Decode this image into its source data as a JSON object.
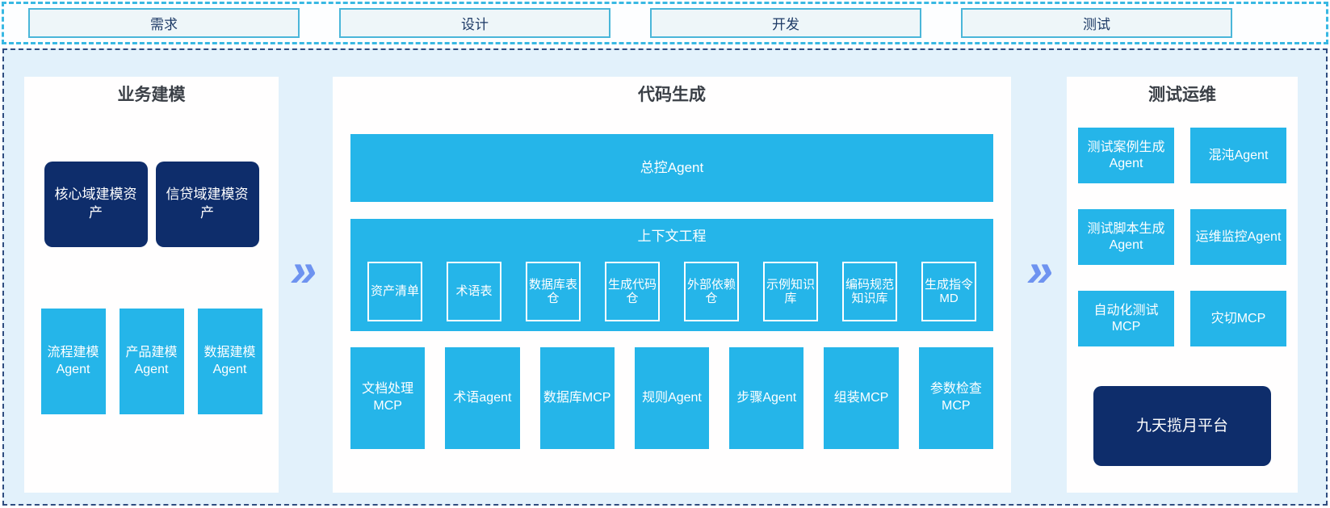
{
  "phases": [
    "需求",
    "设计",
    "开发",
    "测试"
  ],
  "arrow_glyph": "»",
  "business_modeling": {
    "title": "业务建模",
    "assets": [
      "核心域建模资产",
      "信贷域建模资产"
    ],
    "agents": [
      "流程建模Agent",
      "产品建模Agent",
      "数据建模Agent"
    ]
  },
  "code_generation": {
    "title": "代码生成",
    "master_agent": "总控Agent",
    "context_engineering": {
      "title": "上下文工程",
      "items": [
        "资产清单",
        "术语表",
        "数据库表仓",
        "生成代码仓",
        "外部依赖仓",
        "示例知识库",
        "编码规范知识库",
        "生成指令MD"
      ]
    },
    "tools": [
      "文档处理MCP",
      "术语agent",
      "数据库MCP",
      "规则Agent",
      "步骤Agent",
      "组装MCP",
      "参数检查MCP"
    ]
  },
  "test_ops": {
    "title": "测试运维",
    "boxes": [
      "测试案例生成Agent",
      "混沌Agent",
      "测试脚本生成Agent",
      "运维监控Agent",
      "自动化测试MCP",
      "灾切MCP"
    ],
    "platform": "九天揽月平台"
  },
  "colors": {
    "cyan": "#25B5E9",
    "navy": "#0E2D6B",
    "arrow_blue": "#6E93F0",
    "canvas_blue": "#E2F1FB"
  }
}
